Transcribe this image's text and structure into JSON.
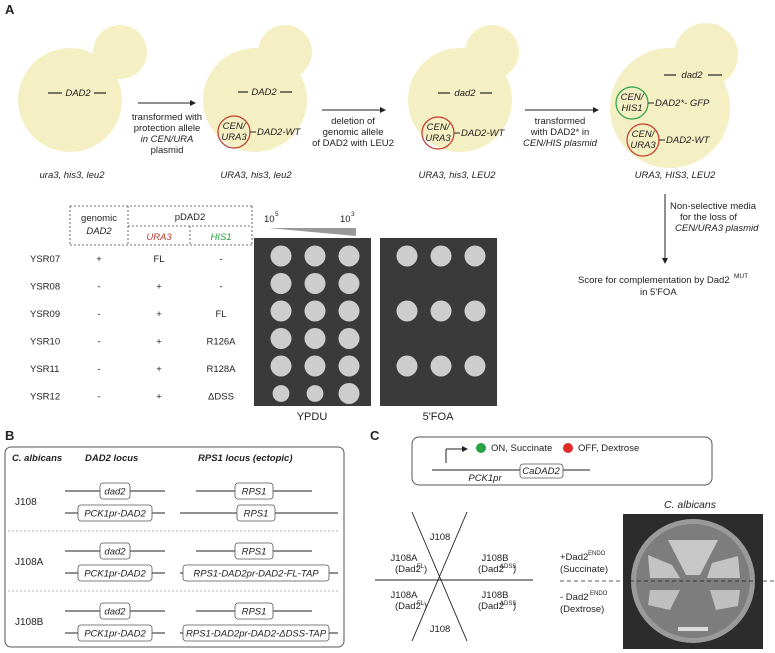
{
  "panelA": {
    "letter": "A",
    "cells": [
      {
        "gene": "DAD2",
        "genotype": "ura3, his3, leu2"
      },
      {
        "gene": "DAD2",
        "plasmid": "CEN/URA3",
        "plasmid_l1": "CEN/",
        "plasmid_l2": "URA3",
        "allele": "DAD2-WT",
        "genotype": "URA3, his3, leu2"
      },
      {
        "gene": "dad2",
        "plasmid": "CEN/URA3",
        "plasmid_l1": "CEN/",
        "plasmid_l2": "URA3",
        "allele": "DAD2-WT",
        "genotype": "URA3, his3, LEU2"
      },
      {
        "gene": "dad2",
        "plasmid1": "CEN/HIS1",
        "plasmid1_l1": "CEN/",
        "plasmid1_l2": "HIS1",
        "allele1": "DAD2*- GFP",
        "plasmid2": "CEN/URA3",
        "plasmid2_l1": "CEN/",
        "plasmid2_l2": "URA3",
        "allele2": "DAD2-WT",
        "genotype": "URA3, HIS3, LEU2"
      }
    ],
    "arrows": [
      {
        "lines": [
          "transformed with",
          "protection allele",
          "in CEN/URA",
          "plasmid"
        ]
      },
      {
        "lines": [
          "deletion of",
          "genomic allele",
          "of DAD2 with LEU2"
        ]
      },
      {
        "lines": [
          "transformed",
          "with DAD2* in",
          "CEN/HIS plasmid"
        ]
      }
    ],
    "down_arrow_text": [
      "Non-selective media",
      "for the loss of",
      "CEN/URA3 plasmid"
    ],
    "score_text": [
      "Score for complementation by Dad2",
      "MUT",
      "in 5'FOA"
    ],
    "table": {
      "header_genomic": [
        "genomic",
        "DAD2"
      ],
      "header_plasmid": "pDAD2",
      "header_ura3": "URA3",
      "header_his1": "HIS1",
      "rows": [
        {
          "strain": "YSR07",
          "genomic": "+",
          "ura3": "FL",
          "his1": "-"
        },
        {
          "strain": "YSR08",
          "genomic": "-",
          "ura3": "+",
          "his1": "-"
        },
        {
          "strain": "YSR09",
          "genomic": "-",
          "ura3": "+",
          "his1": "FL"
        },
        {
          "strain": "YSR10",
          "genomic": "-",
          "ura3": "+",
          "his1": "R126A"
        },
        {
          "strain": "YSR11",
          "genomic": "-",
          "ura3": "+",
          "his1": "R128A"
        },
        {
          "strain": "YSR12",
          "genomic": "-",
          "ura3": "+",
          "his1": "ΔDSS"
        }
      ]
    },
    "dilution_left": "10",
    "dilution_left_exp": "5",
    "dilution_right": "10",
    "dilution_right_exp": "3",
    "plate_labels": [
      "YPDU",
      "5'FOA"
    ],
    "ypdu_growth": [
      [
        1,
        1,
        1
      ],
      [
        1,
        1,
        1
      ],
      [
        1,
        1,
        1
      ],
      [
        1,
        1,
        1
      ],
      [
        1,
        1,
        1
      ],
      [
        0.8,
        0.8,
        1
      ]
    ],
    "foa_growth": [
      [
        1,
        1,
        1
      ],
      [
        0,
        0,
        0
      ],
      [
        1,
        1,
        1
      ],
      [
        0,
        0,
        0
      ],
      [
        1,
        1,
        1
      ],
      [
        0,
        0,
        0
      ]
    ],
    "colors": {
      "cell": "#f5efc4",
      "red": "#c0392b",
      "green": "#27a243",
      "plate": "#3a3a3a",
      "colony": "#e8e8e8"
    }
  },
  "panelB": {
    "letter": "B",
    "col_species": "C. albicans",
    "col_dad2": "DAD2 locus",
    "col_rps1": "RPS1 locus (ectopic)",
    "rows": [
      {
        "strain": "J108",
        "dad2_top": "dad2",
        "dad2_bot": "PCK1pr-DAD2",
        "rps1_top": "RPS1",
        "rps1_bot": "RPS1"
      },
      {
        "strain": "J108A",
        "dad2_top": "dad2",
        "dad2_bot": "PCK1pr-DAD2",
        "rps1_top": "RPS1",
        "rps1_bot": "RPS1-DAD2pr-DAD2-FL-TAP"
      },
      {
        "strain": "J108B",
        "dad2_top": "dad2",
        "dad2_bot": "PCK1pr-DAD2",
        "rps1_top": "RPS1",
        "rps1_bot": "RPS1-DAD2pr-DAD2-ΔDSS-TAP"
      }
    ]
  },
  "panelC": {
    "letter": "C",
    "on_text": "ON, Succinate",
    "off_text": "OFF, Dextrose",
    "promoter": "PCK1pr",
    "gene": "CaDAD2",
    "species": "C. albicans",
    "sectors": {
      "top": "J108",
      "upper_left": [
        "J108A",
        "(Dad2",
        "FL",
        ")"
      ],
      "upper_right": [
        "J108B",
        "(Dad2",
        "ΔDSS",
        ")"
      ],
      "lower_left": [
        "J108A",
        "(Dad2",
        "FL",
        ")"
      ],
      "lower_right": [
        "J108B",
        "(Dad2",
        "ΔDSS",
        ")"
      ],
      "bottom": "J108"
    },
    "plus_label": [
      "+Dad2",
      "ENDO",
      "(Succinate)"
    ],
    "minus_label": [
      "- Dad2",
      "ENDO",
      "(Dextrose)"
    ]
  }
}
